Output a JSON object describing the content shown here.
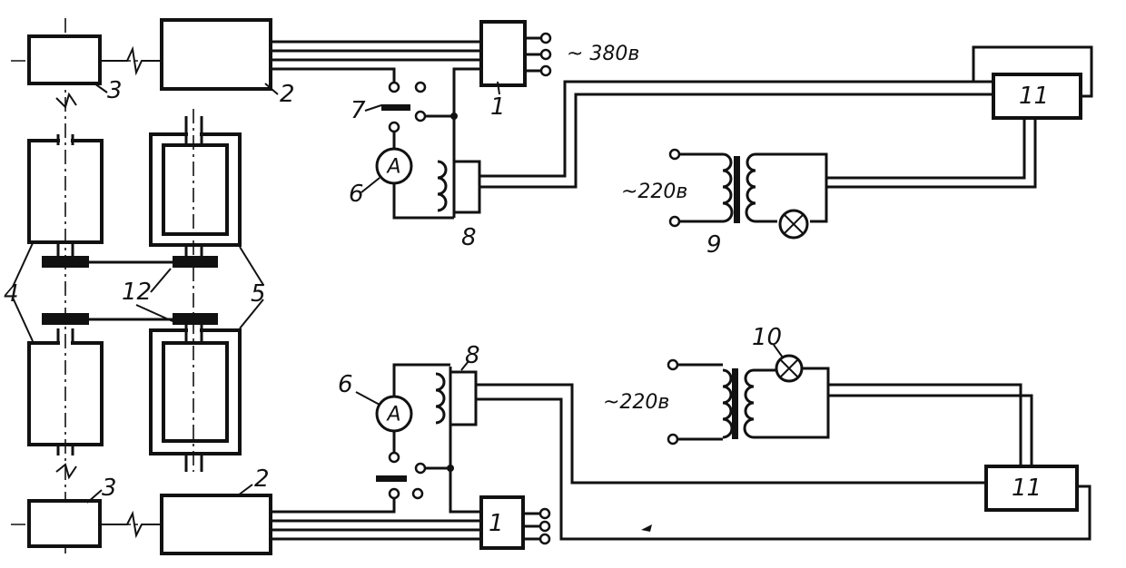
{
  "labels": {
    "converter_box": "1",
    "motor_box": "2",
    "coupling": "3",
    "left_pieces": "4",
    "right_pieces": "5",
    "ammeter_ref": "6",
    "switch_ref": "7",
    "coil_ref": "8",
    "transformer_ref": "9",
    "lamp_ref": "10",
    "relay_box": "11",
    "rods": "12"
  },
  "supply": {
    "three_phase": "~ 380в",
    "single_phase": "~220в"
  },
  "meter_symbol": "A"
}
